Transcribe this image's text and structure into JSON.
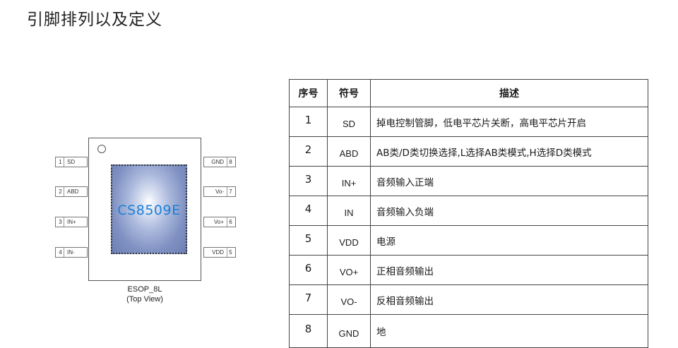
{
  "title": "引脚排列以及定义",
  "chip": {
    "label": "CS8509E",
    "package": "ESOP_8L",
    "view": "(Top View)",
    "pins_left": [
      {
        "num": "1",
        "name": "SD"
      },
      {
        "num": "2",
        "name": "ABD"
      },
      {
        "num": "3",
        "name": "IN+"
      },
      {
        "num": "4",
        "name": "IN-"
      }
    ],
    "pins_right": [
      {
        "num": "8",
        "name": "GND"
      },
      {
        "num": "7",
        "name": "Vo-"
      },
      {
        "num": "6",
        "name": "Vo+"
      },
      {
        "num": "5",
        "name": "VDD"
      }
    ]
  },
  "table": {
    "headers": [
      "序号",
      "符号",
      "描述"
    ],
    "rows": [
      {
        "no": "1",
        "sym": "SD",
        "desc": "掉电控制管脚，低电平芯片关断，高电平芯片开启"
      },
      {
        "no": "2",
        "sym": "ABD",
        "desc": "AB类/D类切换选择,L选择AB类模式,H选择D类模式"
      },
      {
        "no": "3",
        "sym": "IN+",
        "desc": "音频输入正端"
      },
      {
        "no": "4",
        "sym": "IN",
        "desc": "音频输入负端"
      },
      {
        "no": "5",
        "sym": "VDD",
        "desc": "电源"
      },
      {
        "no": "6",
        "sym": "VO+",
        "desc": "正相音频输出"
      },
      {
        "no": "7",
        "sym": "VO-",
        "desc": "反相音频输出"
      },
      {
        "no": "8",
        "sym": "GND",
        "desc": "地"
      }
    ]
  }
}
